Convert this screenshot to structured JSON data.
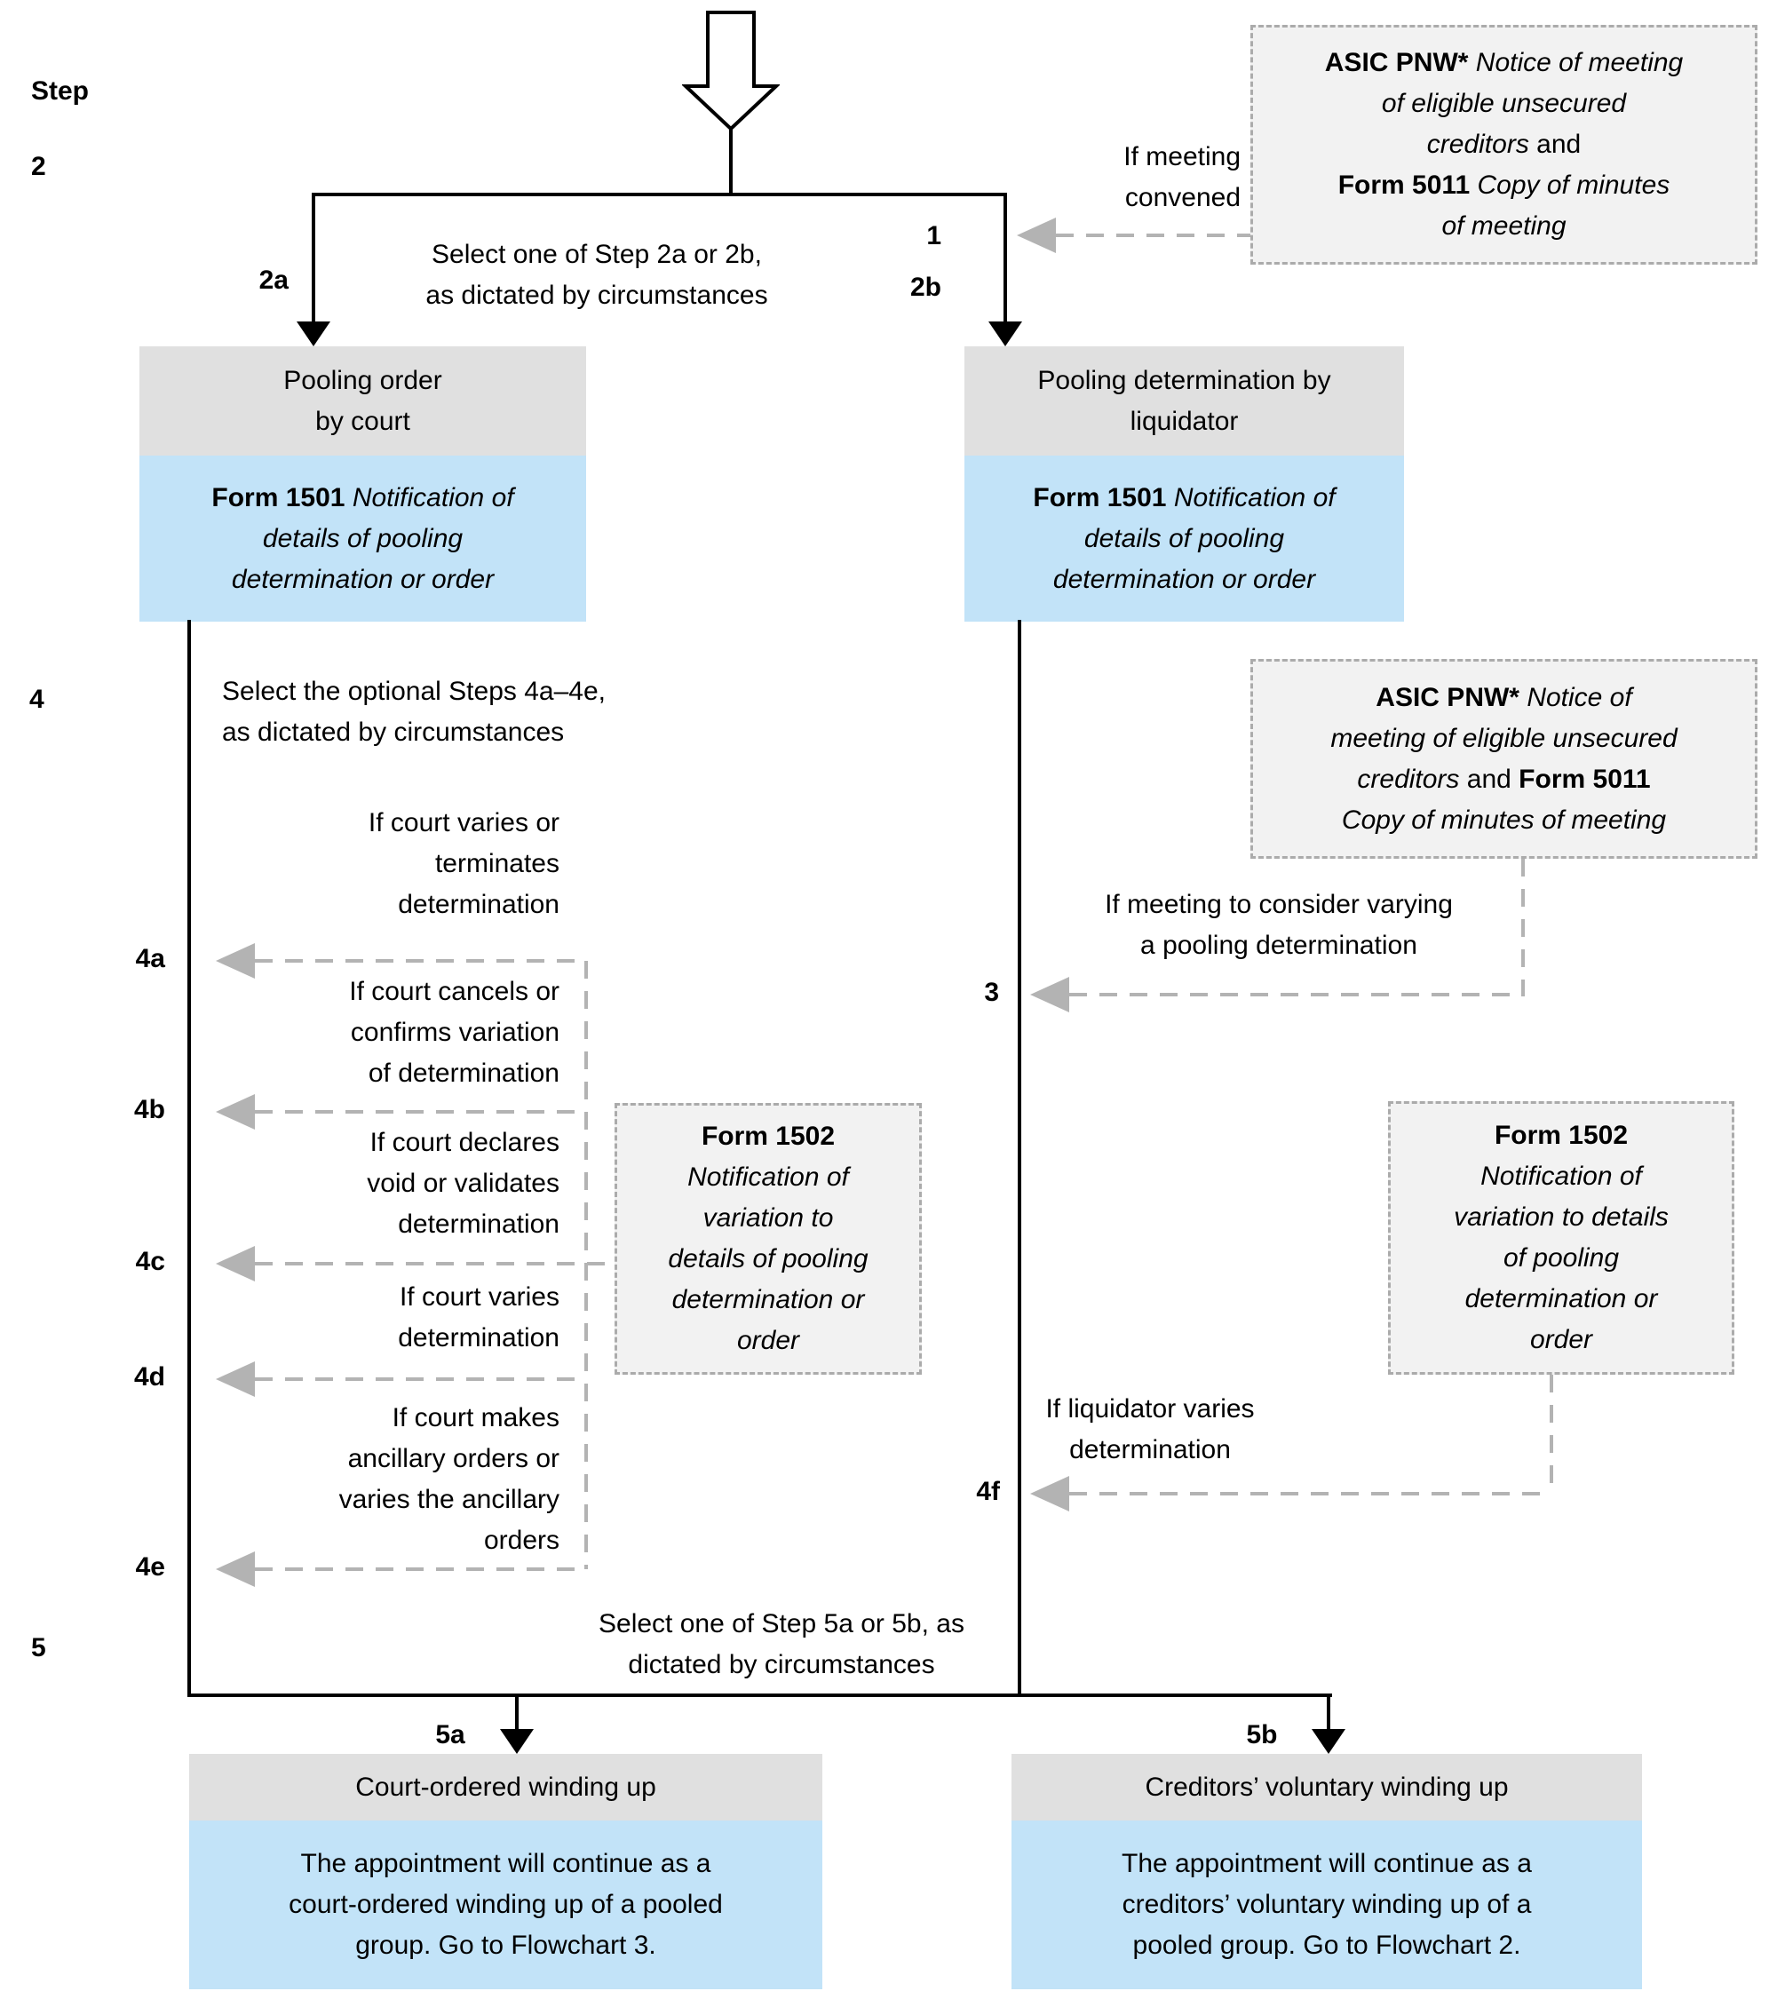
{
  "palette": {
    "header_fill": "#e0e0e0",
    "body_fill": "#c2e3f8",
    "note_fill": "#f2f2f2",
    "dashed_line": "#b3b3b3",
    "solid_line": "#000000"
  },
  "step_column": {
    "step_label": "Step",
    "step2": "2",
    "step4": "4",
    "step5": "5"
  },
  "connector_labels": {
    "s1": "1",
    "s2a": "2a",
    "s2b": "2b",
    "s3": "3",
    "s4a": "4a",
    "s4b": "4b",
    "s4c": "4c",
    "s4d": "4d",
    "s4e": "4e",
    "s4f": "4f",
    "s5a": "5a",
    "s5b": "5b"
  },
  "instructions": {
    "step2_select": "Select one of Step 2a or 2b,\nas dictated by circumstances",
    "step4_select": "Select the optional Steps 4a–4e,\nas dictated by circumstances",
    "step5_select": "Select one of Step 5a or 5b, as\ndictated by circumstances"
  },
  "annotations": {
    "if_meeting_convened": "If meeting\nconvened",
    "step3_condition": "If meeting to consider varying\na pooling determination",
    "step4f_condition": "If liquidator varies\ndetermination",
    "c4a": "If court varies or\nterminates\ndetermination",
    "c4b": "If court cancels or\nconfirms variation\nof determination",
    "c4c": "If court declares\nvoid or validates\ndetermination",
    "c4d": "If court varies\ndetermination",
    "c4e": "If court makes\nancillary orders or\nvaries the ancillary\norders"
  },
  "nodes": {
    "pooling_order": {
      "header": "Pooling order\nby court",
      "body": [
        [
          {
            "t": "Form 1501 ",
            "b": true
          },
          {
            "t": "Notification of",
            "i": true
          }
        ],
        [
          {
            "t": "details of pooling",
            "i": true
          }
        ],
        [
          {
            "t": "determination or order",
            "i": true
          }
        ]
      ]
    },
    "pooling_determination": {
      "header": "Pooling determination by\nliquidator",
      "body": [
        [
          {
            "t": "Form 1501 ",
            "b": true
          },
          {
            "t": "Notification of",
            "i": true
          }
        ],
        [
          {
            "t": "details of pooling",
            "i": true
          }
        ],
        [
          {
            "t": "determination or order",
            "i": true
          }
        ]
      ]
    },
    "asic_pnw_top": {
      "lines": [
        [
          {
            "t": "ASIC PNW* ",
            "b": true
          },
          {
            "t": "Notice of meeting",
            "i": true
          }
        ],
        [
          {
            "t": "of eligible unsecured",
            "i": true
          }
        ],
        [
          {
            "t": "creditors",
            "i": true
          },
          {
            "t": " and"
          }
        ],
        [
          {
            "t": "Form 5011 ",
            "b": true
          },
          {
            "t": "Copy of minutes",
            "i": true
          }
        ],
        [
          {
            "t": "of meeting",
            "i": true
          }
        ]
      ]
    },
    "asic_pnw_mid": {
      "lines": [
        [
          {
            "t": "ASIC PNW* ",
            "b": true
          },
          {
            "t": "Notice of",
            "i": true
          }
        ],
        [
          {
            "t": "meeting of eligible unsecured",
            "i": true
          }
        ],
        [
          {
            "t": "creditors",
            "i": true
          },
          {
            "t": " and "
          },
          {
            "t": "Form 5011",
            "b": true
          }
        ],
        [
          {
            "t": "Copy of minutes of meeting",
            "i": true
          }
        ]
      ]
    },
    "form1502_left": {
      "lines": [
        [
          {
            "t": "Form 1502",
            "b": true
          }
        ],
        [
          {
            "t": "Notification of",
            "i": true
          }
        ],
        [
          {
            "t": "variation to",
            "i": true
          }
        ],
        [
          {
            "t": "details of pooling",
            "i": true
          }
        ],
        [
          {
            "t": "determination or",
            "i": true
          }
        ],
        [
          {
            "t": "order",
            "i": true
          }
        ]
      ]
    },
    "form1502_right": {
      "lines": [
        [
          {
            "t": "Form 1502",
            "b": true
          }
        ],
        [
          {
            "t": "Notification of",
            "i": true
          }
        ],
        [
          {
            "t": "variation to details",
            "i": true
          }
        ],
        [
          {
            "t": "of pooling",
            "i": true
          }
        ],
        [
          {
            "t": "determination or",
            "i": true
          }
        ],
        [
          {
            "t": "order",
            "i": true
          }
        ]
      ]
    },
    "court_winding_up": {
      "header": "Court-ordered winding up",
      "body": "The appointment will continue as a\ncourt-ordered winding up of a pooled\ngroup. Go to Flowchart 3."
    },
    "creditors_winding_up": {
      "header": "Creditors’ voluntary winding up",
      "body": "The appointment will continue as a\ncreditors’ voluntary winding up of a\npooled group. Go to Flowchart 2."
    }
  }
}
